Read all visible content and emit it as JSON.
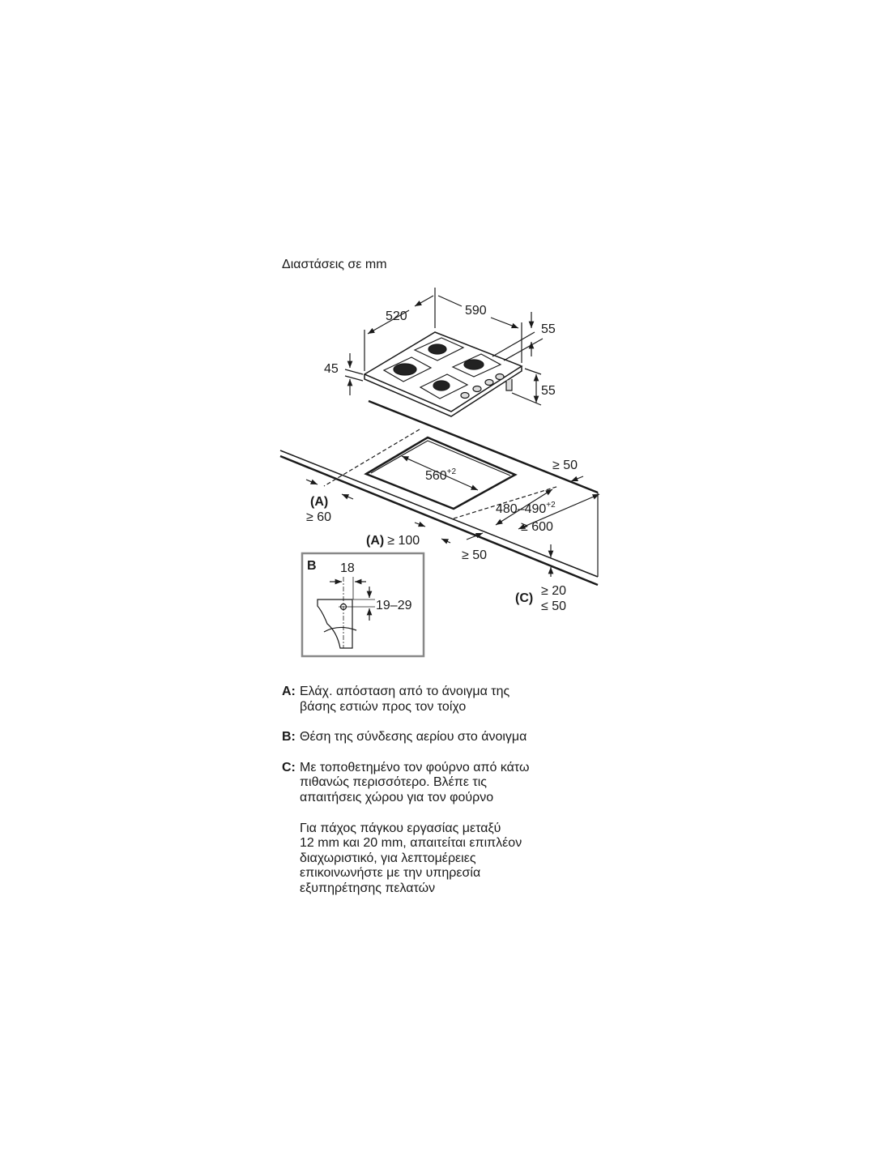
{
  "title": "Διαστάσεις σε mm",
  "hob_dimensions": {
    "depth": "520",
    "width": "590",
    "top_offset": "55",
    "height_total": "55",
    "thickness": "45"
  },
  "cutout": {
    "width": "560",
    "width_tol": "+2",
    "depth": "480–490",
    "depth_tol": "+2",
    "rear_clearance": "≥ 50",
    "side_label": "(A)",
    "side_clearance": "≥ 60",
    "front_label": "(A)",
    "front_clearance": "≥ 100",
    "front_edge": "≥ 50",
    "worktop_depth": "≥ 600",
    "thickness_label": "(C)",
    "thickness_min": "≥ 20",
    "thickness_max": "≤ 50"
  },
  "detail_b": {
    "label": "B",
    "offset": "18",
    "height": "19–29"
  },
  "notes": [
    {
      "key": "A:",
      "lines": [
        "Ελάχ. απόσταση από το άνοιγμα της",
        "βάσης εστιών προς τον τοίχο"
      ]
    },
    {
      "key": "B:",
      "lines": [
        "Θέση της σύνδεσης αερίου στο άνοιγμα"
      ]
    },
    {
      "key": "C:",
      "lines": [
        "Με τοποθετημένο τον φούρνο από κάτω",
        "πιθανώς περισσότερο. Βλέπε τις",
        "απαιτήσεις χώρου για τον φούρνο"
      ]
    }
  ],
  "extra_note": [
    "Για πάχος πάγκου εργασίας μεταξύ",
    "12 mm και 20 mm, απαιτείται επιπλέον",
    "διαχωριστικό, για λεπτομέρειες",
    "επικοινωνήστε με την υπηρεσία",
    "εξυπηρέτησης πελατών"
  ]
}
